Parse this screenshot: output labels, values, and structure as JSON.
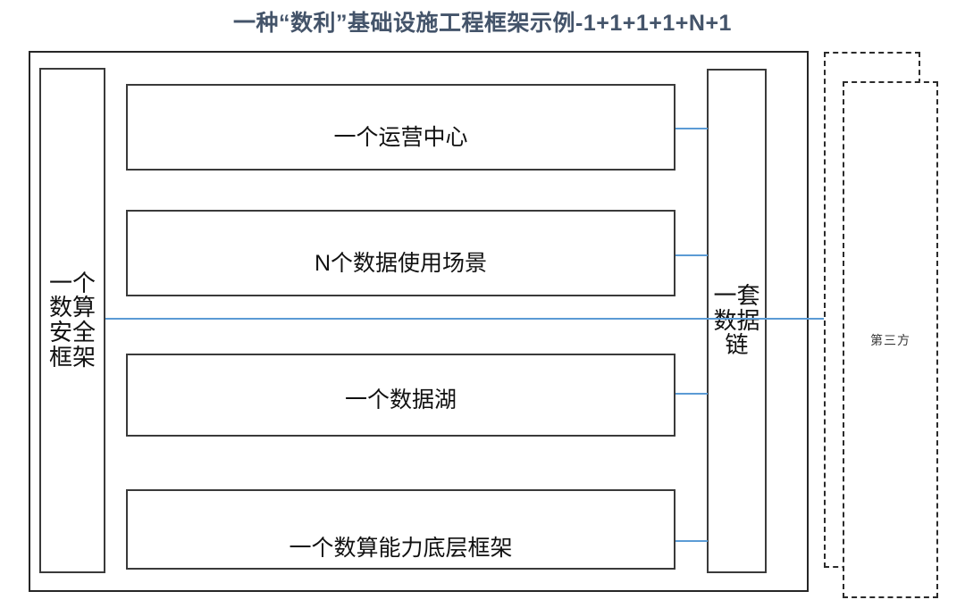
{
  "title": "一种“数利”基础设施工程框架示例-1+1+1+1+N+1",
  "colors": {
    "title": "#44546A",
    "connector": "#5B9BD5",
    "box_border": "#3a3a3a",
    "frame_border": "#262626",
    "dashed_border": "#2b2b2b",
    "text": "#111111"
  },
  "left_pillar": {
    "label": "一个数算安全框架"
  },
  "right_pillar": {
    "label": "一套数据链"
  },
  "layers": [
    {
      "label": "一个运营中心"
    },
    {
      "label": "N个数据使用场景"
    },
    {
      "label": "一个数据湖"
    },
    {
      "label": "一个数算能力底层框架"
    }
  ],
  "third_party": {
    "label": "第三方"
  }
}
